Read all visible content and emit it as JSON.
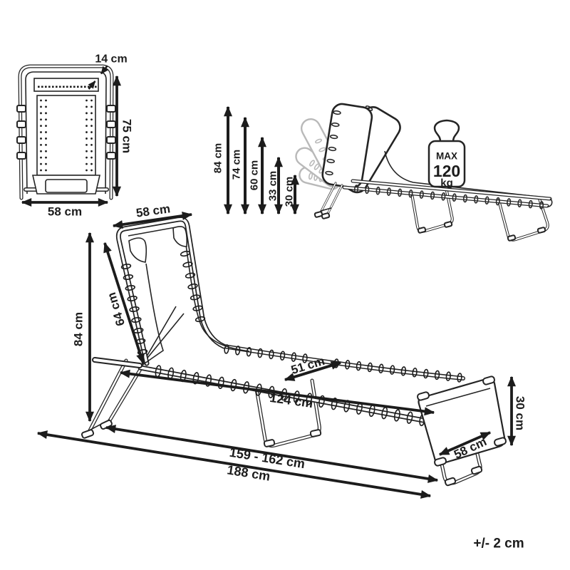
{
  "diagram": {
    "tolerance": "+/- 2 cm",
    "folded": {
      "depth": "14 cm",
      "height": "75 cm",
      "width": "58 cm"
    },
    "heights": {
      "h84": "84 cm",
      "h74": "74 cm",
      "h60": "60 cm",
      "h33": "33 cm",
      "h30": "30 cm"
    },
    "max_load": {
      "max": "MAX",
      "value": "120",
      "unit": "kg"
    },
    "main": {
      "backrest_width": "58 cm",
      "backrest_length": "64 cm",
      "overall_height": "84 cm",
      "seat_length": "51 cm",
      "bed_length": "124 cm",
      "leg_span": "159 - 162 cm",
      "total_length": "188 cm",
      "foot_height": "30 cm",
      "foot_width": "58 cm"
    },
    "colors": {
      "ink": "#1c1c1c",
      "ghost": "#b9b9b9"
    }
  }
}
